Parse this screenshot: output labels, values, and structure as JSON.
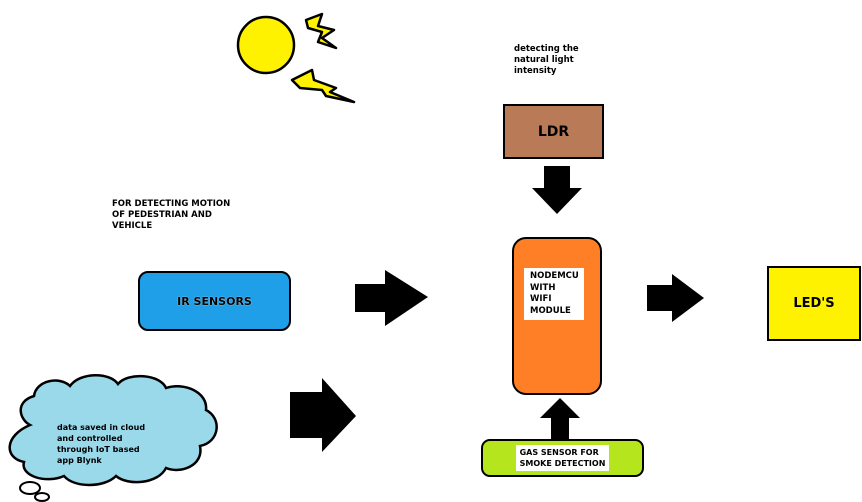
{
  "diagram": {
    "ldr": {
      "caption": "detecting the natural light intensity",
      "label": "LDR",
      "fill": "#b97a57"
    },
    "ir": {
      "caption": "FOR DETECTING MOTION OF PEDESTRIAN AND VEHICLE",
      "label": "IR SENSORS",
      "fill": "#1e9fe8"
    },
    "nodemcu": {
      "label_lines": [
        "NODEMCU",
        "WITH",
        "WIFI",
        "MODULE"
      ],
      "fill": "#ff7f27"
    },
    "led": {
      "label": "LED'S",
      "fill": "#fff200"
    },
    "gas": {
      "label_lines": [
        "GAS SENSOR FOR",
        "SMOKE DETECTION"
      ],
      "fill": "#b5e61d"
    },
    "cloud": {
      "text_lines": [
        "data saved in cloud",
        "and controlled",
        "through IoT based",
        "app Blynk"
      ],
      "fill": "#99d9ea"
    },
    "sun": {
      "fill": "#fff200"
    }
  }
}
